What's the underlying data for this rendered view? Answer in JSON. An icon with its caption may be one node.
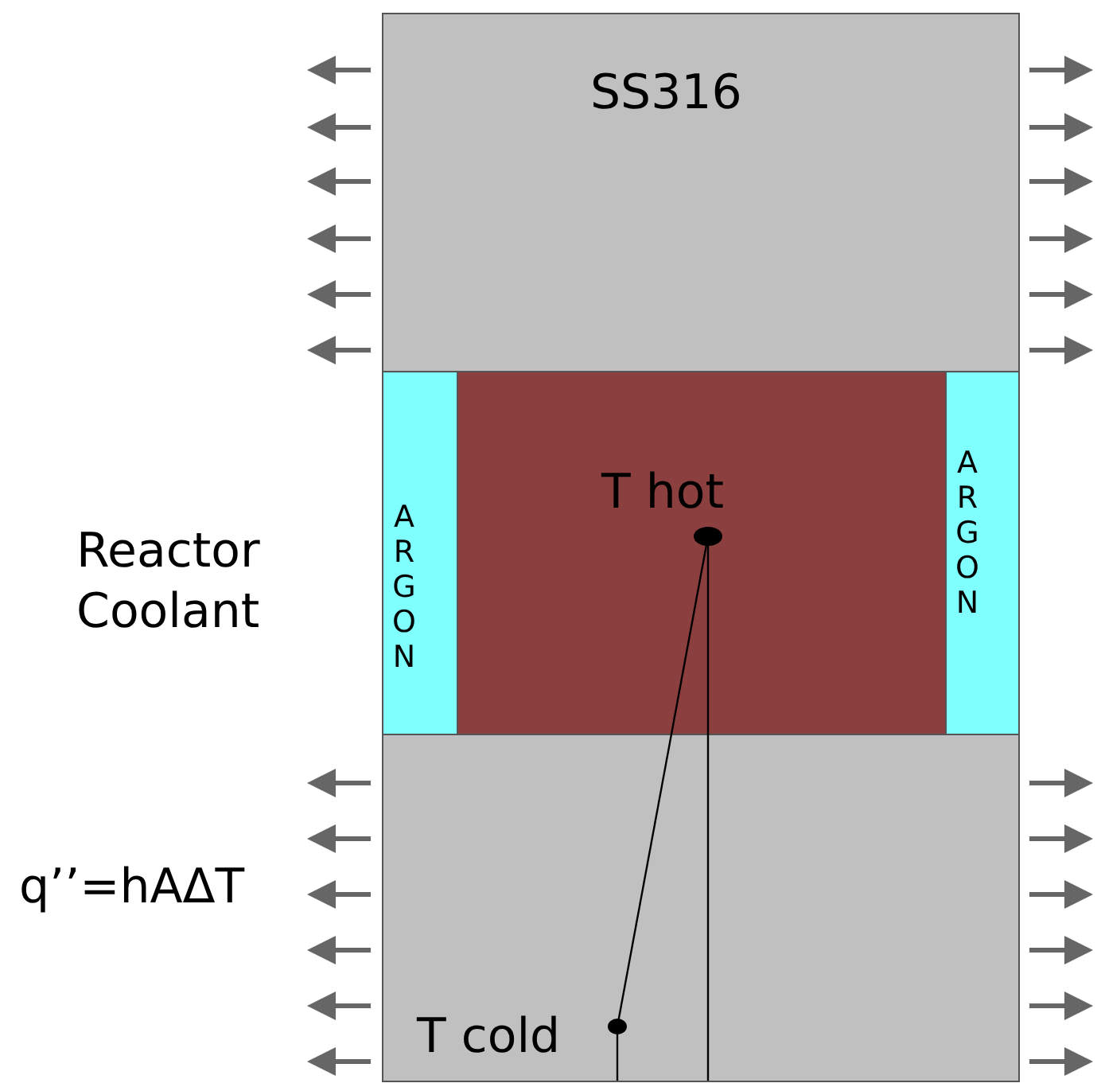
{
  "diagram": {
    "nodes": [
      {
        "text": [
          "SS316"
        ]
      },
      {
        "text": [
          "ARGON"
        ]
      },
      {
        "text": [],
        "shape": "box"
      },
      {
        "text": [
          "ARGON"
        ]
      },
      {
        "text": [],
        "shape": "box"
      }
    ],
    "labels": [
      "T hot",
      "Reactor Coolant",
      "q’’=hAΔT",
      "T cold"
    ]
  }
}
